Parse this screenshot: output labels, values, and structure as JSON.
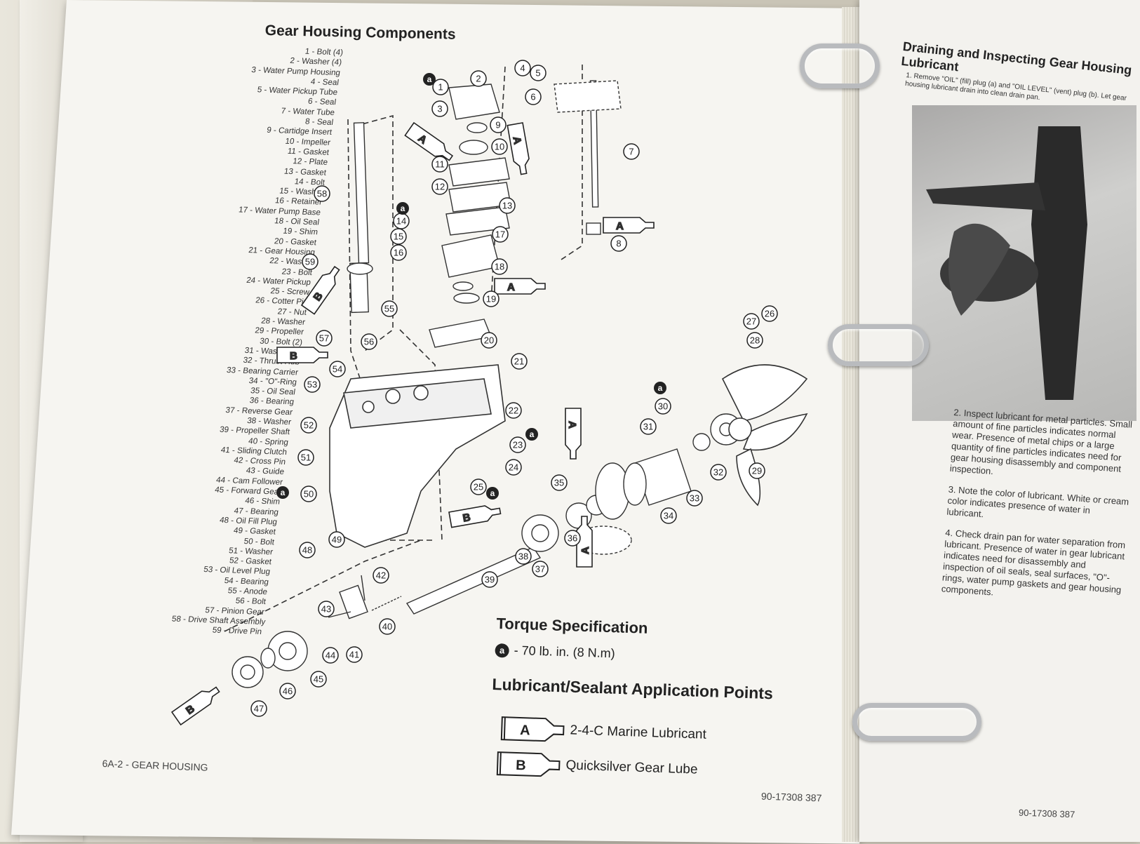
{
  "left_page": {
    "title": "Gear Housing Components",
    "parts": [
      "1 - Bolt (4)",
      "2 - Washer (4)",
      "3 - Water Pump Housing",
      "4 - Seal",
      "5 - Water Pickup Tube",
      "6 - Seal",
      "7 - Water Tube",
      "8 - Seal",
      "9 - Cartidge Insert",
      "10 - Impeller",
      "11 - Gasket",
      "12 - Plate",
      "13 - Gasket",
      "14 - Bolt",
      "15 - Washer",
      "16 - Retainer",
      "17 - Water Pump Base",
      "18 - Oil Seal",
      "19 - Shim",
      "20 - Gasket",
      "21 - Gear Housing",
      "22 - Washer",
      "23 - Bolt",
      "24 - Water Pickup",
      "25 - Screw",
      "26 - Cotter Pin",
      "27 - Nut",
      "28 - Washer",
      "29 - Propeller",
      "30 - Bolt (2)",
      "31 - Washer (2)",
      "32 - Thrust Hub",
      "33 - Bearing Carrier",
      "34 - \"O\"-Ring",
      "35 - Oil Seal",
      "36 - Bearing",
      "37 - Reverse Gear",
      "38 - Washer",
      "39 - Propeller Shaft",
      "40 - Spring",
      "41 - Sliding Clutch",
      "42 - Cross Pin",
      "43 - Guide",
      "44 - Cam Follower",
      "45 - Forward Gear",
      "46 - Shim",
      "47 - Bearing",
      "48 - Oil Fill Plug",
      "49 - Gasket",
      "50 - Bolt",
      "51 - Washer",
      "52 - Gasket",
      "53 - Oil Level Plug",
      "54 - Bearing",
      "55 - Anode",
      "56 - Bolt",
      "57 - Pinion Gear",
      "58 - Drive Shaft Assembly",
      "59 - Drive Pin"
    ],
    "diagram": {
      "torque_badge_letter": "a",
      "tube_letters": [
        "A",
        "B"
      ],
      "callouts": [
        "1",
        "2",
        "3",
        "4",
        "5",
        "6",
        "7",
        "8",
        "9",
        "10",
        "11",
        "12",
        "13",
        "14",
        "15",
        "16",
        "17",
        "18",
        "19",
        "20",
        "21",
        "22",
        "23",
        "24",
        "25",
        "26",
        "27",
        "28",
        "29",
        "30",
        "31",
        "32",
        "33",
        "34",
        "35",
        "36",
        "37",
        "38",
        "39",
        "40",
        "41",
        "42",
        "43",
        "44",
        "45",
        "46",
        "47",
        "48",
        "49",
        "50",
        "51",
        "52",
        "53",
        "54",
        "55",
        "56",
        "57",
        "58",
        "59"
      ]
    },
    "torque": {
      "heading": "Torque Specification",
      "badge": "a",
      "value": "- 70 lb. in. (8 N.m)"
    },
    "lubricant": {
      "heading": "Lubricant/Sealant Application Points",
      "items": [
        {
          "letter": "A",
          "label": "2-4-C Marine Lubricant"
        },
        {
          "letter": "B",
          "label": "Quicksilver Gear Lube"
        }
      ]
    },
    "footer_section": "6A-2 - GEAR HOUSING",
    "footer_number": "90-17308 387"
  },
  "right_page": {
    "title": "Draining and Inspecting Gear Housing Lubricant",
    "step1": "1. Remove \"OIL\" (fill) plug (a) and \"OIL LEVEL\" (vent) plug (b). Let gear housing lubricant drain into clean drain pan.",
    "steps": [
      "2. Inspect lubricant for metal particles. Small amount of fine particles indicates normal wear. Presence of metal chips or a large quantity of fine particles indicates need for gear housing disassembly and component inspection.",
      "3. Note the color of lubricant. White or cream color indicates presence of water in lubricant.",
      "4. Check drain pan for water separation from lubricant. Presence of water in gear lubricant indicates need for disassembly and inspection of oil seals, seal surfaces, \"O\"-rings, water pump gaskets and gear housing components."
    ],
    "footer_number": "90-17308 387"
  }
}
